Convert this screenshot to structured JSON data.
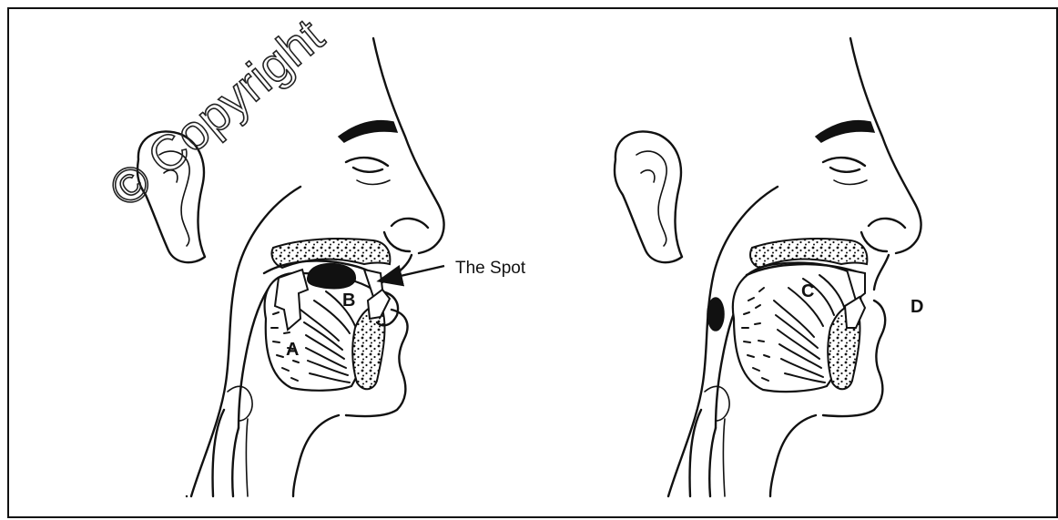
{
  "watermark": "© Copyright",
  "left_panel": {
    "callout": "The Spot",
    "labels": {
      "a": "A",
      "b": "B"
    }
  },
  "right_panel": {
    "labels": {
      "c": "C",
      "d": "D"
    }
  }
}
